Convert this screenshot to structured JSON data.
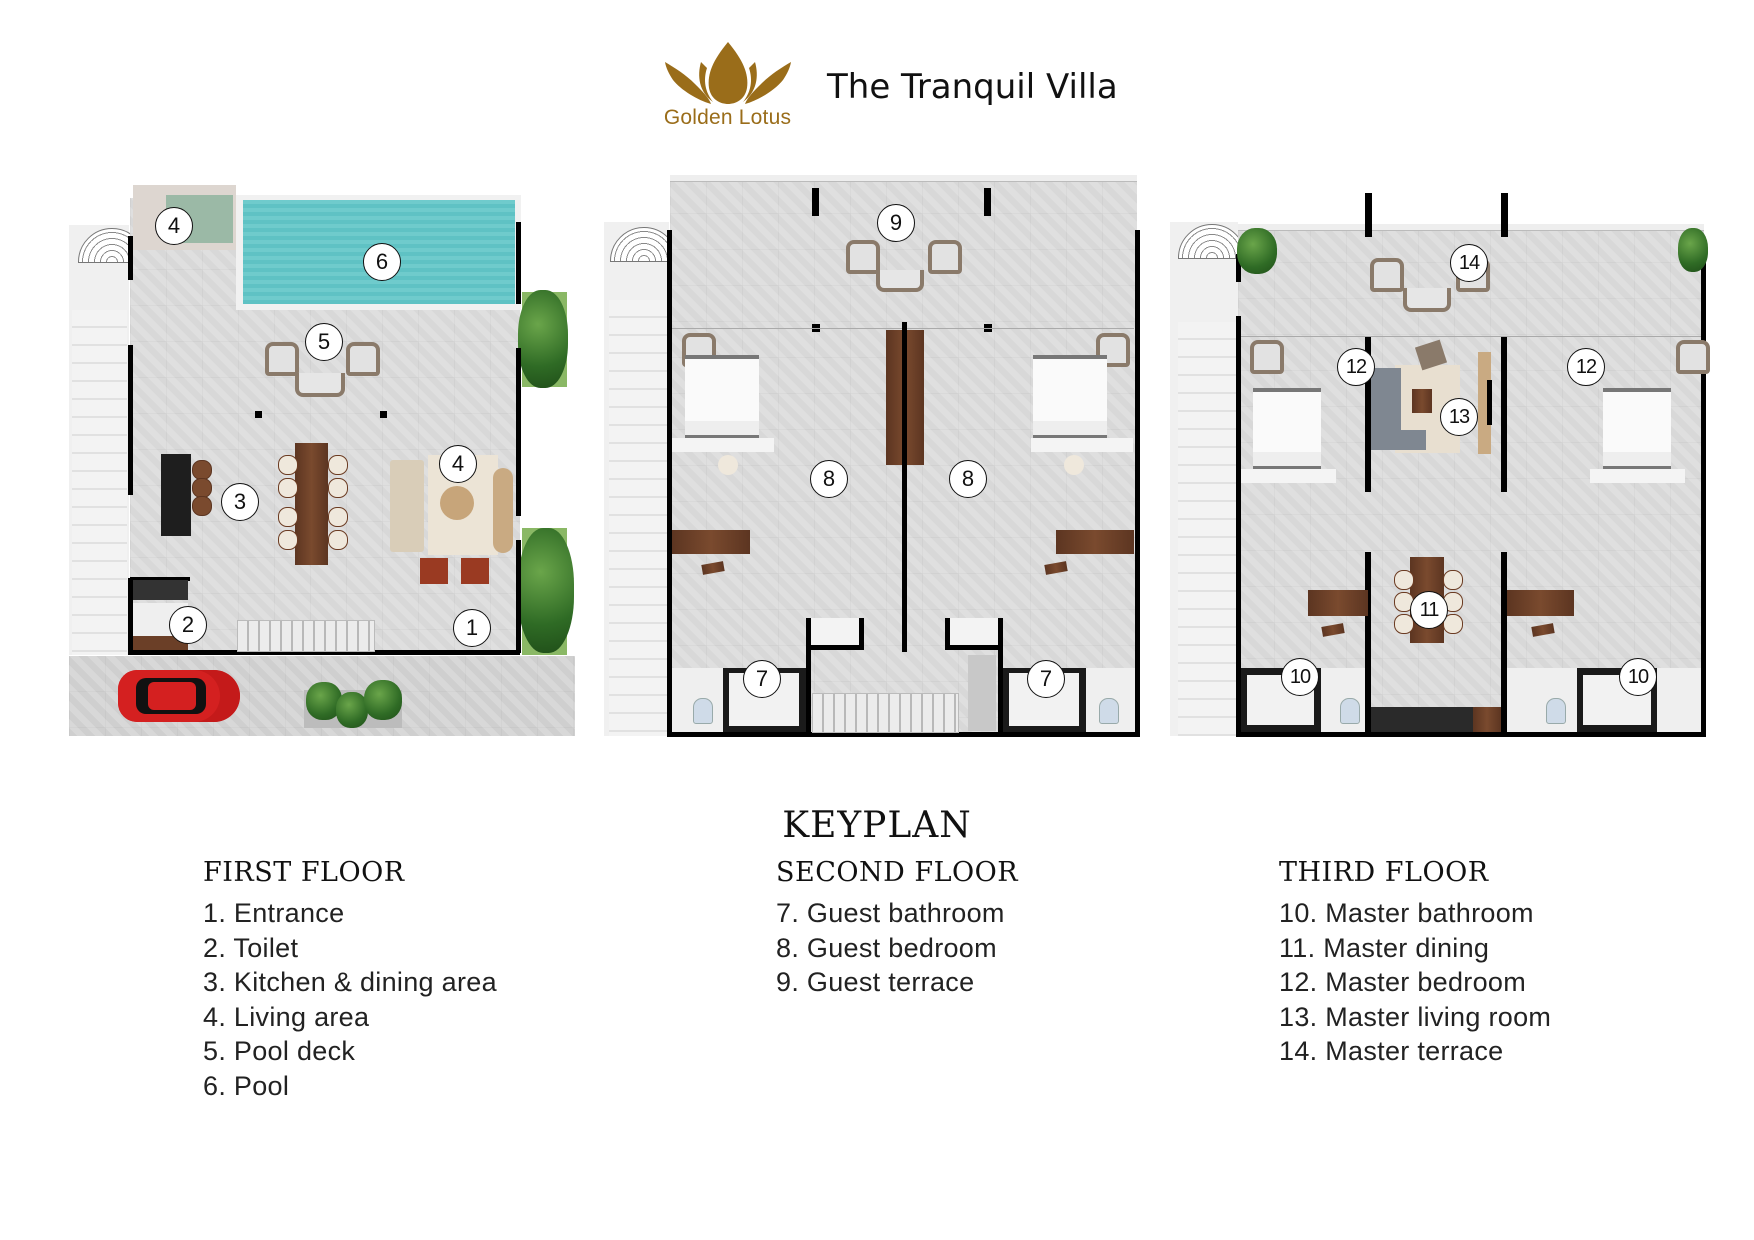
{
  "header": {
    "brand": "Golden Lotus",
    "brand_color": "#9a6d1a",
    "title": "The Tranquil Villa"
  },
  "floors": {
    "first": {
      "markers": [
        "4",
        "6",
        "5",
        "3",
        "4",
        "2",
        "1"
      ]
    },
    "second": {
      "markers": [
        "9",
        "8",
        "8",
        "7",
        "7"
      ]
    },
    "third": {
      "markers": [
        "14",
        "12",
        "13",
        "12",
        "11",
        "10",
        "10"
      ]
    }
  },
  "keyplan": {
    "title": "KEYPLAN",
    "columns": [
      {
        "heading": "FIRST FLOOR",
        "items": [
          "1. Entrance",
          "2. Toilet",
          "3. Kitchen & dining area",
          "4. Living area",
          "5. Pool deck",
          "6. Pool"
        ]
      },
      {
        "heading": "SECOND FLOOR",
        "items": [
          "7. Guest bathroom",
          "8. Guest bedroom",
          "9. Guest terrace"
        ]
      },
      {
        "heading": "THIRD FLOOR",
        "items": [
          "10. Master bathroom",
          "11. Master dining",
          "12. Master bedroom",
          "13. Master living room",
          "14. Master terrace"
        ]
      }
    ]
  },
  "colors": {
    "pool": "#5fc2c4",
    "wall": "#000000",
    "floor_tile": "#d8d8d8",
    "wood": "#6b3f27",
    "car": "#d42020",
    "plant": "#3f7a2e"
  }
}
